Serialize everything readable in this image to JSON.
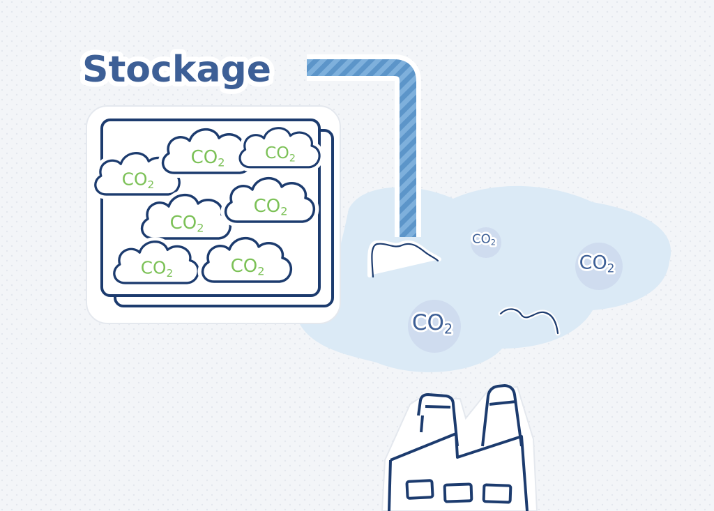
{
  "title": "Stockage",
  "co2_label": "CO",
  "co2_subscript": "2",
  "colors": {
    "background": "#f3f5f8",
    "dark_blue": "#1c3b6e",
    "title_blue": "#3d5f96",
    "green": "#7cc157",
    "pipe_blue": "#6fa5d4",
    "pipe_stripe": "#5b92c6",
    "cloud_fill": "#dbeaf6",
    "bubble_fill": "#cfdcef",
    "white": "#ffffff"
  },
  "icons": {
    "storage": "storage-tank-icon",
    "factory": "factory-icon",
    "cloud": "co2-cloud-icon",
    "pipe": "pipe-icon"
  }
}
